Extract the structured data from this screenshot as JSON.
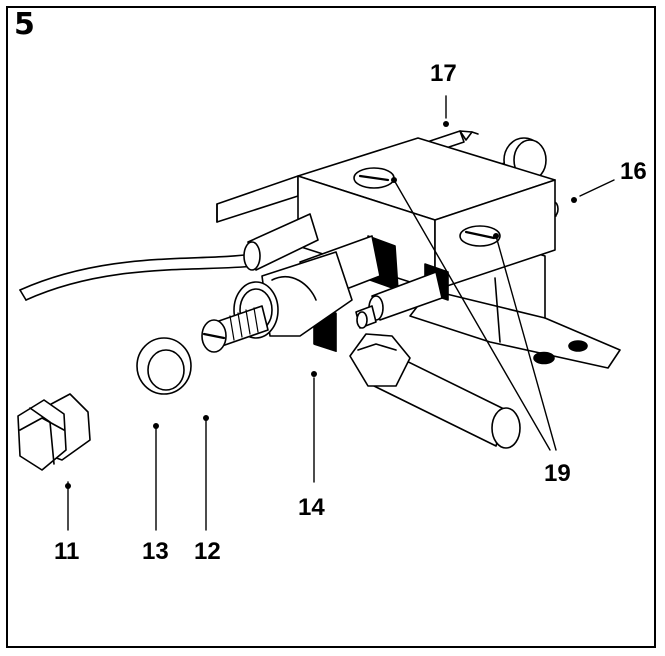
{
  "figure": {
    "number": "5"
  },
  "callouts": {
    "c11": "11",
    "c12": "12",
    "c13": "13",
    "c14": "14",
    "c16": "16",
    "c17": "17",
    "c19": "19"
  }
}
